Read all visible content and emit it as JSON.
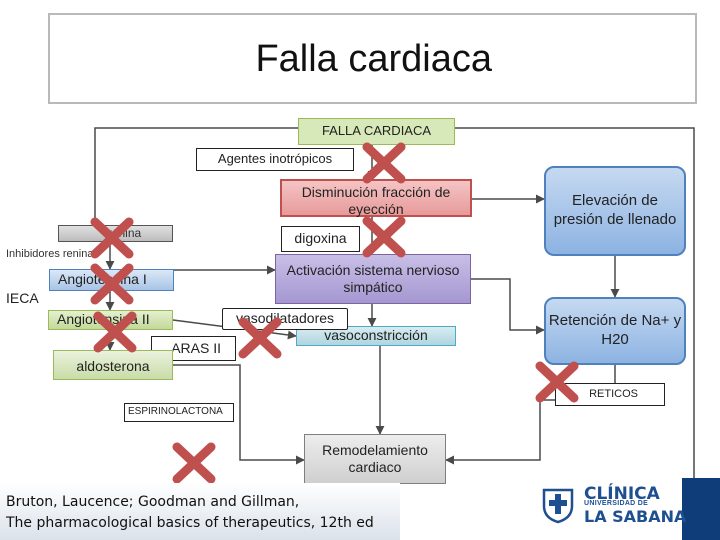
{
  "title": "Falla cardiaca",
  "nodes": {
    "falla_cardiaca": "FALLA CARDIACA",
    "agentes_inotropicos": "Agentes inotrópicos",
    "disminucion": "Disminución fracción de eyección",
    "digoxina": "digoxina",
    "activacion": "Activación sistema nervioso simpático",
    "elevacion": "Elevación de presión de llenado",
    "retencion": "Retención de Na+ y H20",
    "diureticos": "RETICOS",
    "renina": "renina",
    "inhibidores_renina": "Inhibidores renina",
    "angiotensina_1": "Angiotensina I",
    "ieca": "IECA",
    "angiotensina_2": "Angiotensina II",
    "vasodilatadores": "vasodilatadores",
    "vasoconstriccion": "vasoconstricción",
    "aras_2": "ARAS II",
    "aldosterona": "aldosterona",
    "espironolactona": "ESPIRINOLACTONA",
    "remodelamiento": "Remodelamiento cardiaco"
  },
  "citation": {
    "line1": "Bruton, Laucence; Goodman and Gillman,",
    "line2": "The pharmacological basics of therapeutics, 12th ed"
  },
  "logo": {
    "line1": "CLÍNICA",
    "line2": "UNIVERSIDAD DE",
    "line3": "LA SABANA"
  },
  "colors": {
    "cross": "#c0504d",
    "arrow": "#4a4a4a",
    "brand": "#1d4f91"
  },
  "icons": [
    "red-x-icon",
    "arrow-icon",
    "clinic-logo-icon"
  ]
}
